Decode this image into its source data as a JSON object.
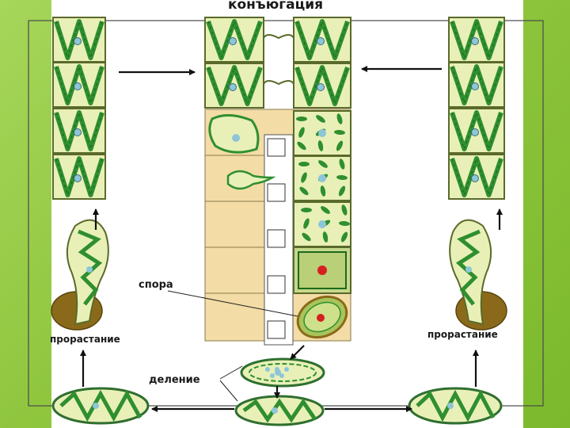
{
  "slide": {
    "title": "конъюгация",
    "labels": {
      "spore": "спора",
      "germination_left": "прорастание",
      "germination_right": "прорастание",
      "division": "деление"
    }
  },
  "colors": {
    "background": "#8fc63e",
    "slide": "#ffffff",
    "cell_fill": "#e8f0b8",
    "cell_border": "#5a6a2a",
    "chloroplast": "#2f8f2f",
    "chloroplast_dark": "#1c6b1c",
    "nucleus": "#8ec6d8",
    "zygote_nucleus": "#d62020",
    "spore_wall": "#8a6a1a",
    "tan_panel": "#f3dca6",
    "arrow": "#111111"
  }
}
